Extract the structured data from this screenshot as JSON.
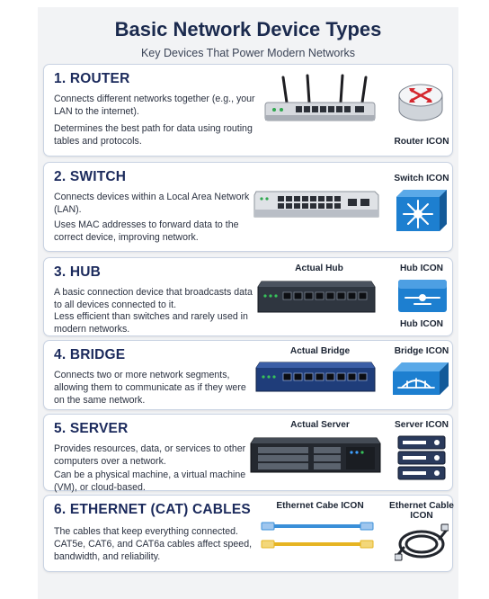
{
  "header": {
    "title": "Basic Network Device Types",
    "subtitle": "Key Devices That Power Modern Networks"
  },
  "cards": {
    "router": {
      "title": "1. ROUTER",
      "desc1": "Connects different networks together (e.g., your LAN to the internet).",
      "desc2": "Determines the best path for data using routing tables and protocols.",
      "icon_label": "Router ICON"
    },
    "switch": {
      "title": "2. SWITCH",
      "desc1": "Connects devices within a Local Area Network (LAN).",
      "desc2": "Uses MAC addresses to forward data to the correct device, improving network.",
      "icon_label": "Switch ICON"
    },
    "hub": {
      "title": "3. HUB",
      "desc1": "A basic connection device that broadcasts data to all devices connected to it.",
      "desc2": "Less efficient than switches and rarely used in modern networks.",
      "actual_label": "Actual Hub",
      "icon_label_top": "Hub ICON",
      "icon_label_bottom": "Hub ICON"
    },
    "bridge": {
      "title": "4. BRIDGE",
      "desc1": "Connects two or more network segments, allowing them to communicate as if they were on the same network.",
      "actual_label": "Actual Bridge",
      "icon_label": "Bridge ICON"
    },
    "server": {
      "title": "5. SERVER",
      "desc1": "Provides resources, data, or services to other computers over a network.",
      "desc2": "Can be a physical machine, a virtual machine (VM), or cloud-based.",
      "actual_label": "Actual Server",
      "icon_label": "Server ICON"
    },
    "ethernet": {
      "title": "6. ETHERNET (CAT) CABLES",
      "desc1": "The cables that keep everything connected. CAT5e, CAT6, and CAT6a cables affect speed, bandwidth, and reliability.",
      "cable_label": "Ethernet Cabe ICON",
      "icon_label": "Ethernet Cable ICON"
    }
  },
  "colors": {
    "navy": "#1b2a5c",
    "icon_blue": "#1d7fd0",
    "router_red": "#d4272e",
    "cable_blue": "#3a8fd8",
    "cable_yellow": "#e6b422"
  }
}
